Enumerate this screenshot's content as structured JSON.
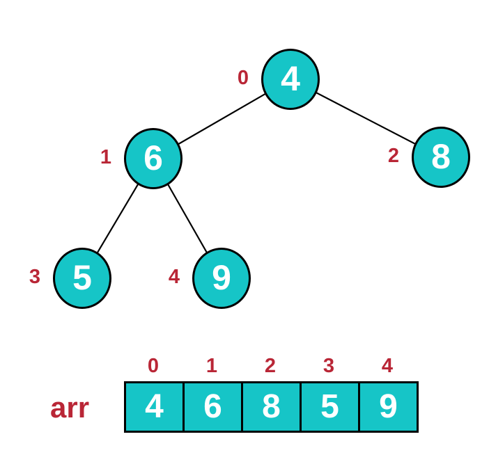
{
  "diagram_type": "binary-heap-with-array",
  "colors": {
    "node_fill": "#16C5C7",
    "outline": "#000000",
    "index_label": "#B92636",
    "value_text": "#FFFFFF",
    "background": "#FFFFFF"
  },
  "tree": {
    "nodes": [
      {
        "index_label": "0",
        "value": "4"
      },
      {
        "index_label": "1",
        "value": "6"
      },
      {
        "index_label": "2",
        "value": "8"
      },
      {
        "index_label": "3",
        "value": "5"
      },
      {
        "index_label": "4",
        "value": "9"
      }
    ],
    "edges": [
      "0-1",
      "0-2",
      "1-3",
      "1-4"
    ]
  },
  "array": {
    "label": "arr",
    "cells": [
      {
        "index": "0",
        "value": "4"
      },
      {
        "index": "1",
        "value": "6"
      },
      {
        "index": "2",
        "value": "8"
      },
      {
        "index": "3",
        "value": "5"
      },
      {
        "index": "4",
        "value": "9"
      }
    ]
  }
}
